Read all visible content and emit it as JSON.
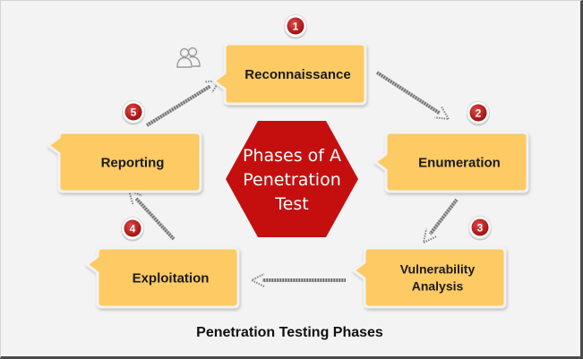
{
  "diagram": {
    "center_title": [
      "Phases of A",
      "Penetration",
      "Test"
    ],
    "phases": [
      {
        "number": "1",
        "label": [
          "Reconnaissance"
        ]
      },
      {
        "number": "2",
        "label": [
          "Enumeration"
        ]
      },
      {
        "number": "3",
        "label": [
          "Vulnerability",
          "Analysis"
        ]
      },
      {
        "number": "4",
        "label": [
          "Exploitation"
        ]
      },
      {
        "number": "5",
        "label": [
          "Reporting"
        ]
      }
    ],
    "caption": "Penetration Testing Phases",
    "colors": {
      "box_fill": "#fdca63",
      "box_stroke": "#f2f2f2",
      "center_fill": "#c50f0f",
      "badge_fill": "#b01818",
      "arrow": "#8a8a8a",
      "icon": "#9a9a9a"
    },
    "icons": {
      "reconnaissance": "users-icon"
    }
  }
}
